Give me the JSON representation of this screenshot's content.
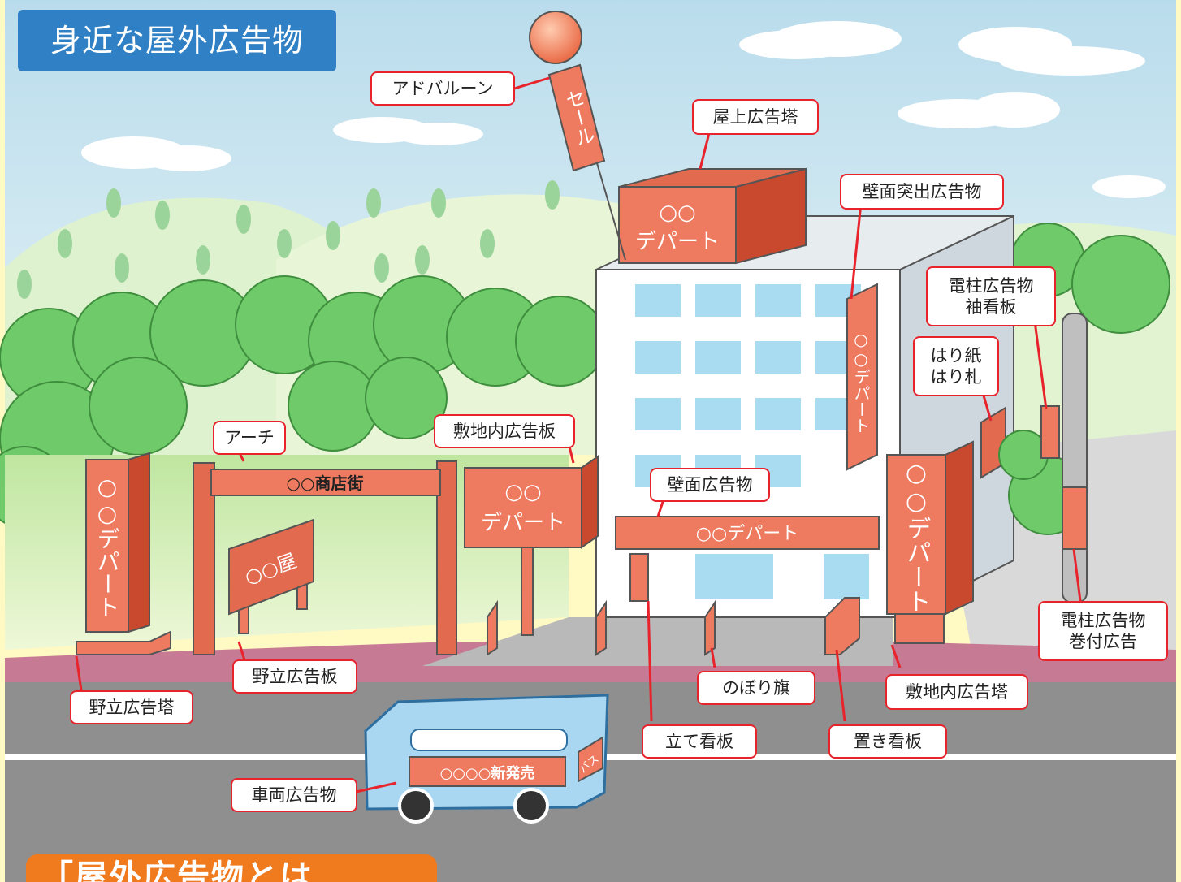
{
  "title": "身近な屋外広告物",
  "bottom_tab": "「屋外広告物とは",
  "signs": {
    "balloon": "セール",
    "rooftop_line1": "○○",
    "rooftop_line2": "デパート",
    "wall_vertical": "○○デパート",
    "wall_banner": "○○デパート",
    "onsite_tower": "○○デパート",
    "onsite_board_line1": "○○",
    "onsite_board_line2": "デパート",
    "arch": "○○商店街",
    "field_board": "○○屋",
    "field_tower": "○○デパート",
    "bus_ad": "○○○○新発売",
    "bus_side": "バス"
  },
  "labels": {
    "ad_balloon": "アドバルーン",
    "rooftop_tower": "屋上広告塔",
    "wall_projecting": "壁面突出広告物",
    "pole_sleeve": "電柱広告物\n袖看板",
    "posters": "はり紙\nはり札",
    "arch": "アーチ",
    "onsite_board": "敷地内広告板",
    "wall_ad": "壁面広告物",
    "field_board": "野立広告板",
    "field_tower": "野立広告塔",
    "banner_flag": "のぼり旗",
    "onsite_tower": "敷地内広告塔",
    "pole_wrap": "電柱広告物\n巻付広告",
    "standing_sign": "立て看板",
    "placed_sign": "置き看板",
    "vehicle_ad": "車両広告物"
  },
  "colors": {
    "sign": "#ee7a5f",
    "sign_dark": "#c9492f",
    "callout_border": "#e8232b",
    "title_bg": "#2f80c4",
    "sky": "#cde6f0",
    "tree": "#6fca6a",
    "road": "#8f8f8f",
    "sidewalk": "#c77a93"
  }
}
